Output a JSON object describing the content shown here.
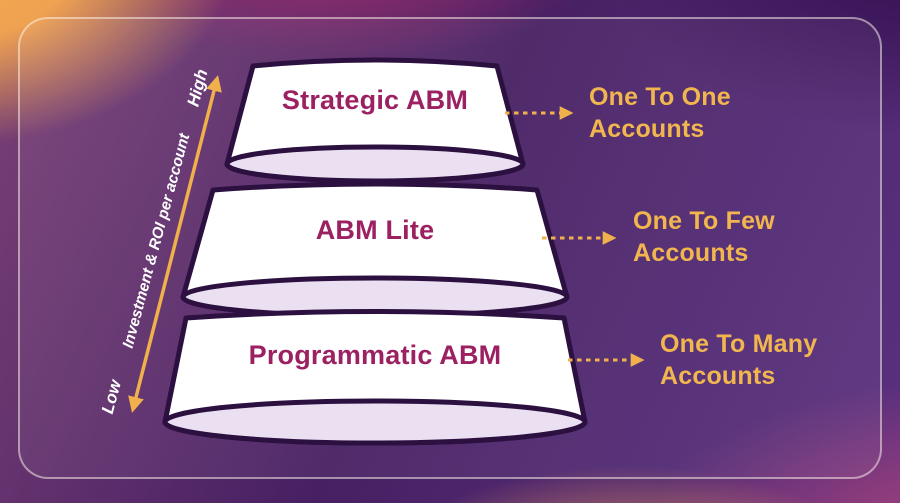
{
  "tiers": [
    {
      "name": "Strategic ABM",
      "reach": {
        "line1": "One To One",
        "line2": "Accounts"
      }
    },
    {
      "name": "ABM Lite",
      "reach": {
        "line1": "One To Few",
        "line2": "Accounts"
      }
    },
    {
      "name": "Programmatic ABM",
      "reach": {
        "line1": "One To Many",
        "line2": "Accounts"
      }
    }
  ],
  "axis": {
    "title": "Investment & ROI per account",
    "high": "High",
    "low": "Low"
  },
  "colors": {
    "arrow_gold": "#F0B14C",
    "reach_text_gold": "#F2B64F",
    "tier_name_magenta": "#9C2162",
    "shape_outline": "#2B1040",
    "shape_fill": "#FFFFFF",
    "base_ellipse_fill": "#EAE0F2",
    "axis_text": "#FFFFFF"
  }
}
